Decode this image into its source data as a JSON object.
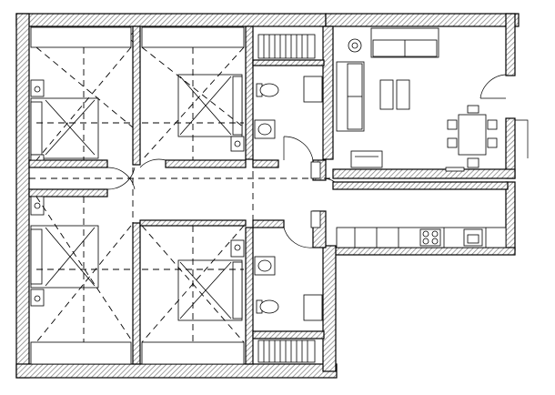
{
  "plan": {
    "colors": {
      "line": "#000000",
      "hatch": "#888888",
      "background": "#ffffff"
    },
    "rooms": [
      "bedroom-top-left",
      "bedroom-top-middle",
      "bathroom-top",
      "living-room",
      "hallway",
      "kitchen-corridor",
      "bedroom-bottom-left",
      "bedroom-bottom-middle",
      "bathroom-bottom"
    ],
    "icons": [
      "bed-icon",
      "radiator-icon",
      "window-icon",
      "toilet-icon",
      "sink-icon",
      "sofa-icon",
      "dining-table-icon",
      "tv-icon",
      "stove-icon",
      "door-swing-icon",
      "ceiling-light-icon"
    ]
  }
}
